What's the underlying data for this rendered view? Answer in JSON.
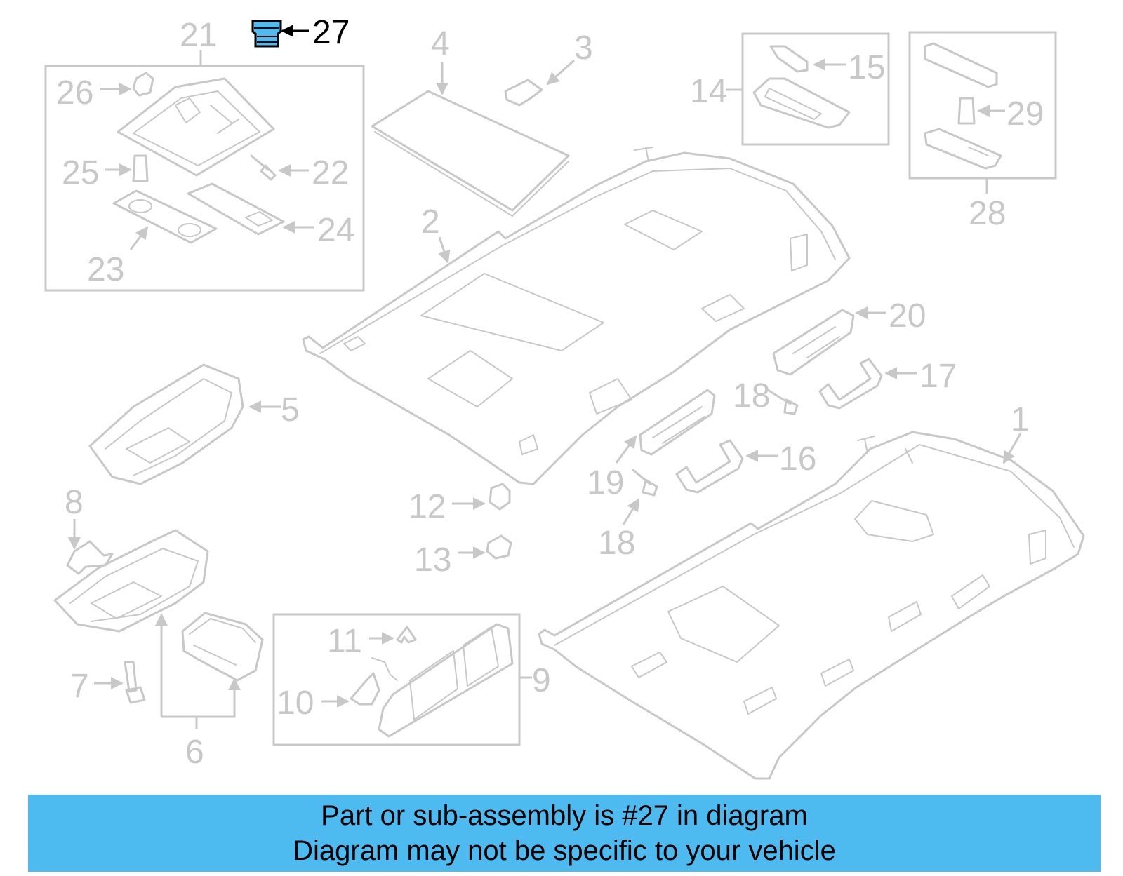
{
  "highlight": {
    "part_number": "27",
    "color": "#4dbaf0"
  },
  "callouts": {
    "c1": "1",
    "c2": "2",
    "c3": "3",
    "c4": "4",
    "c5": "5",
    "c6": "6",
    "c7": "7",
    "c8": "8",
    "c9": "9",
    "c10": "10",
    "c11": "11",
    "c12": "12",
    "c13": "13",
    "c14": "14",
    "c15": "15",
    "c16": "16",
    "c17": "17",
    "c18a": "18",
    "c18b": "18",
    "c19": "19",
    "c20": "20",
    "c21": "21",
    "c22": "22",
    "c23": "23",
    "c24": "24",
    "c25": "25",
    "c26": "26",
    "c27": "27",
    "c28": "28",
    "c29": "29"
  },
  "banner": {
    "line1": "Part or sub-assembly is #27 in diagram",
    "line2": "Diagram may not be specific to your vehicle",
    "color": "#4dbaf0"
  }
}
